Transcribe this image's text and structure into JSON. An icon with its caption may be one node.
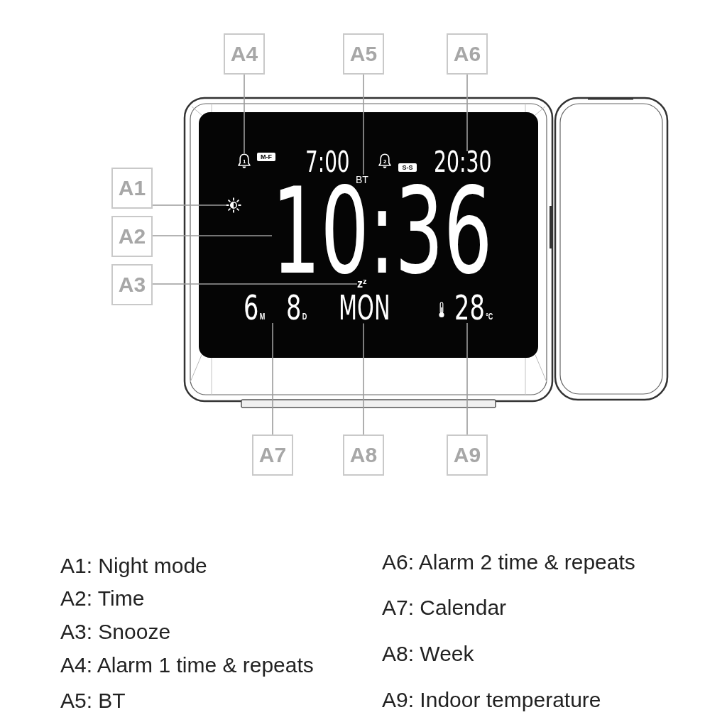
{
  "diagram": {
    "nodes": [
      {
        "text": [
          "A1"
        ]
      },
      {
        "text": [
          "A2"
        ]
      },
      {
        "text": [
          "A3"
        ]
      },
      {
        "text": [
          "A4"
        ]
      },
      {
        "text": [
          "A5"
        ]
      },
      {
        "text": [
          "A6"
        ]
      },
      {
        "text": [
          "A7"
        ]
      },
      {
        "text": [
          "A8"
        ]
      },
      {
        "text": [
          "A9"
        ]
      },
      {
        "text": [
          "7:00"
        ]
      },
      {
        "text": [
          "1"
        ],
        "in": 9
      },
      {
        "text": [
          "M-F"
        ],
        "in": 9
      },
      {
        "text": [
          "2"
        ],
        "in": 9
      },
      {
        "text": [
          "S-S"
        ],
        "in": 9
      },
      {
        "text": [
          "20:30"
        ],
        "in": 9
      },
      {
        "text": [
          "BT"
        ],
        "in": 9
      },
      {
        "text": [],
        "shape": "sun",
        "in": 9
      },
      {
        "text": [
          "10:36"
        ],
        "in": 9
      },
      {
        "text": [
          "z$^{z}$"
        ],
        "in": 9
      },
      {
        "text": [
          "6$_{M}$",
          "8$_{D}$"
        ],
        "in": 9
      },
      {
        "text": [
          "MON"
        ],
        "in": 9
      },
      {
        "text": [
          "28$_{°C}$"
        ],
        "in": 9
      }
    ],
    "edges": [
      {
        "from": 0,
        "to": 16,
        "arrow": "none"
      },
      {
        "from": 1,
        "to": 17,
        "arrow": "none"
      },
      {
        "from": 2,
        "to": 18,
        "arrow": "none"
      },
      {
        "from": 3,
        "to": 10,
        "arrow": "none"
      },
      {
        "from": 4,
        "to": 15,
        "arrow": "none"
      },
      {
        "from": 5,
        "to": 14,
        "arrow": "none"
      },
      {
        "from": 6,
        "to": 19,
        "arrow": "none"
      },
      {
        "from": 7,
        "to": 20,
        "arrow": "none"
      },
      {
        "from": 8,
        "to": 21,
        "arrow": "none"
      }
    ],
    "labels": [
      "A1: Night mode",
      "A2: Time",
      "A3: Snooze",
      "A4: Alarm 1 time & repeats",
      "A5: BT",
      "A6: Alarm 2 time & repeats",
      "A7: Calendar",
      "A8: Week",
      "A9: Indoor temperature"
    ]
  }
}
